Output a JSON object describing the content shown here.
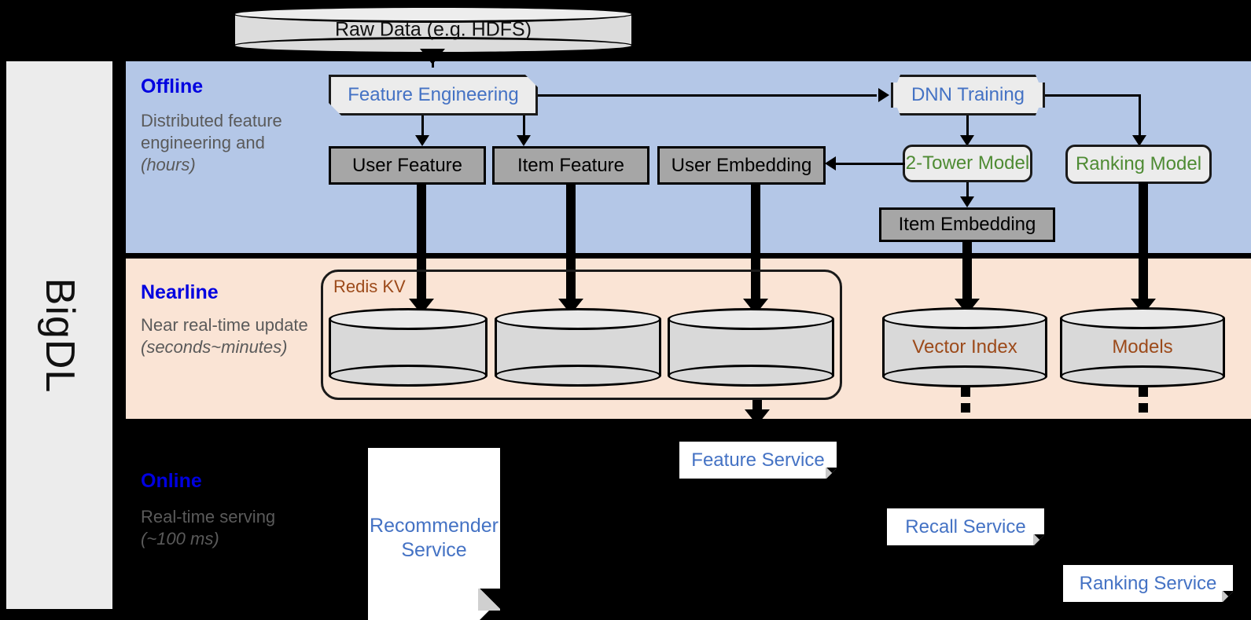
{
  "framework": {
    "name": "BigDL"
  },
  "source": {
    "label": "Raw Data (e.g. HDFS)"
  },
  "bands": [
    {
      "id": "offline",
      "title": "Offline",
      "description": "Distributed feature engineering and ",
      "description_em": "(hours)",
      "bg": "#b4c7e7"
    },
    {
      "id": "nearline",
      "title": "Nearline",
      "description": "Near real-time update ",
      "description_em": "(seconds~minutes)",
      "bg": "#fae4d5"
    },
    {
      "id": "online",
      "title": "Online",
      "description": "Real-time serving ",
      "description_em": "(~100 ms)",
      "bg": "#000000"
    }
  ],
  "offline": {
    "feature_engineering": "Feature Engineering",
    "dnn_training": "DNN Training",
    "user_feature": "User Feature",
    "item_feature": "Item Feature",
    "user_embedding": "User Embedding",
    "two_tower_model": "2-Tower Model",
    "ranking_model": "Ranking Model",
    "item_embedding": "Item Embedding"
  },
  "nearline": {
    "redis_kv": "Redis KV",
    "vector_index": "Vector Index",
    "models": "Models"
  },
  "online": {
    "recommender_service": "Recommender Service",
    "feature_service": "Feature Service",
    "recall_service": "Recall Service",
    "ranking_service": "Ranking Service"
  },
  "colors": {
    "band_offline": "#b4c7e7",
    "band_nearline": "#fae4d5",
    "band_online": "#000000",
    "title_blue": "#0000e0",
    "desc_gray": "#5a5a5a",
    "model_green": "#4e8b33",
    "service_blue": "#4472c4",
    "store_brown": "#9c4a1a",
    "gray_box": "#a6a6a6",
    "rail_gray": "#ececec"
  }
}
